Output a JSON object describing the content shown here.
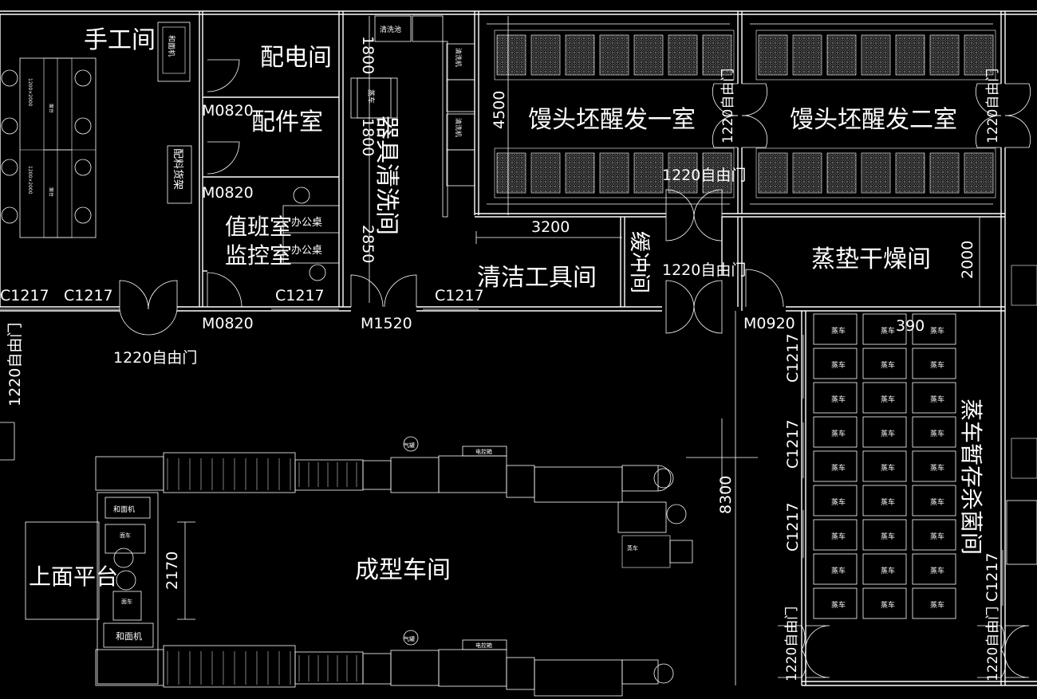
{
  "rooms": {
    "handwork": "手工间",
    "power_room": "配电间",
    "parts_room": "配件室",
    "duty_room": "值班室",
    "monitor_room": "监控室",
    "utensil_wash": "器具清洗间",
    "proof_room_1": "馒头坯醒发一室",
    "proof_room_2": "馒头坯醒发二室",
    "buffer_room": "缓冲间",
    "cleaning_tools": "清洁工具间",
    "steam_pad_dry": "蒸垫干燥间",
    "cart_storage": "蒸车暂存杀菌间",
    "forming_workshop": "成型车间",
    "upper_platform": "上面平台"
  },
  "doors": {
    "m0820": "M0820",
    "m1520": "M1520",
    "m0920": "M0920",
    "c1217": "C1217",
    "free_door": "1220自由门"
  },
  "dims": {
    "d1800": "1800",
    "d4500": "4500",
    "d2850": "2850",
    "d3200": "3200",
    "d2000": "2000",
    "d8300": "8300",
    "d2170": "2170",
    "d390": "390"
  },
  "equipment": {
    "dough_mixer": "和面机",
    "mixer_frame": "和面机",
    "material_rack": "配料货架",
    "office_desk": "办公桌",
    "wash_sink": "清洗池",
    "wash_machine": "清洗机",
    "steam_cart": "蒸车",
    "air_pump": "气罐",
    "control_box": "电控箱",
    "face_cart": "面车",
    "table": "案台",
    "table_size": "1200×2000"
  },
  "colors": {
    "background": "#000000",
    "lines": "#ffffff"
  }
}
